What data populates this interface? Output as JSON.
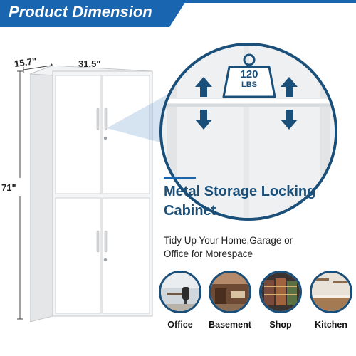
{
  "banner": {
    "title": "Product Dimension",
    "color": "#1a65b0"
  },
  "dimensions": {
    "depth": "15.7\"",
    "width": "31.5\"",
    "height": "71\""
  },
  "zoom": {
    "weight_value": "120",
    "weight_unit": "LBS"
  },
  "panel": {
    "title_line1": "Metal Storage Locking",
    "title_line2": "Cabinet",
    "subtitle_line1": "Tidy Up Your Home,Garage or",
    "subtitle_line2": "Office for Morespace"
  },
  "uses": [
    {
      "label": "Office",
      "icon": "office-photo"
    },
    {
      "label": "Basement",
      "icon": "basement-photo"
    },
    {
      "label": "Shop",
      "icon": "shop-photo"
    },
    {
      "label": "Kitchen",
      "icon": "kitchen-photo"
    }
  ]
}
